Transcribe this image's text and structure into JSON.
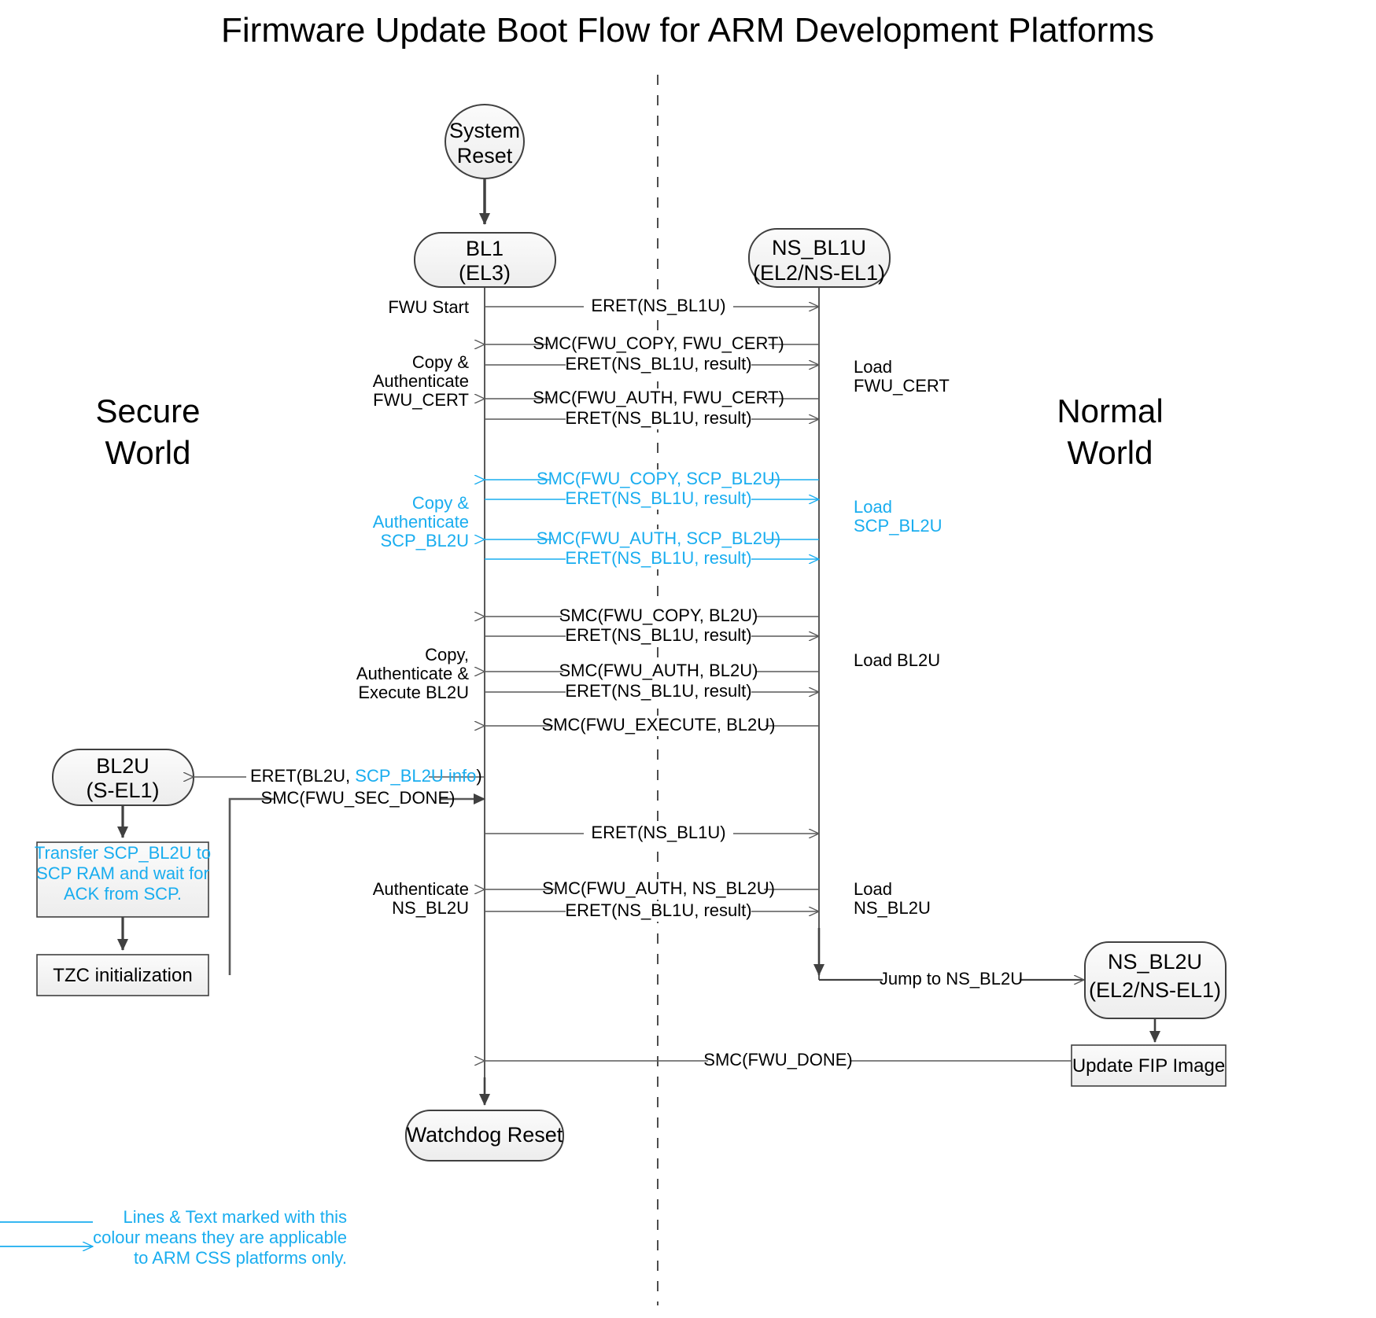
{
  "title": "Firmware Update Boot Flow for ARM Development Platforms",
  "colors": {
    "css_highlight": "#19ADEF",
    "line": "#595959",
    "node_fill": "#F2F2F2",
    "text": "#000000"
  },
  "worlds": {
    "left_line1": "Secure",
    "left_line2": "World",
    "right_line1": "Normal",
    "right_line2": "World"
  },
  "nodes": {
    "system_reset": {
      "line1": "System",
      "line2": "Reset"
    },
    "bl1": {
      "line1": "BL1",
      "line2": "(EL3)"
    },
    "ns_bl1u": {
      "line1": "NS_BL1U",
      "line2": "(EL2/NS-EL1)"
    },
    "bl2u": {
      "line1": "BL2U",
      "line2": "(S-EL1)"
    },
    "ns_bl2u": {
      "line1": "NS_BL2U",
      "line2": "(EL2/NS-EL1)"
    },
    "watchdog_reset": {
      "line1": "Watchdog Reset"
    },
    "transfer_box": {
      "line1": "Transfer SCP_BL2U to",
      "line2": "SCP RAM and wait for",
      "line3": "ACK from SCP."
    },
    "tzc_box": {
      "line1": "TZC initialization"
    },
    "update_fip_box": {
      "line1": "Update FIP Image"
    }
  },
  "messages": [
    {
      "id": "m1",
      "label": "ERET(NS_BL1U)",
      "dir": "right",
      "css": false
    },
    {
      "id": "m2",
      "label": "SMC(FWU_COPY, FWU_CERT)",
      "dir": "left",
      "css": false
    },
    {
      "id": "m3",
      "label": "ERET(NS_BL1U, result)",
      "dir": "right",
      "css": false
    },
    {
      "id": "m4",
      "label": "SMC(FWU_AUTH, FWU_CERT)",
      "dir": "left",
      "css": false
    },
    {
      "id": "m5",
      "label": "ERET(NS_BL1U, result)",
      "dir": "right",
      "css": false
    },
    {
      "id": "m6",
      "label": "SMC(FWU_COPY, SCP_BL2U)",
      "dir": "left",
      "css": true
    },
    {
      "id": "m7",
      "label": "ERET(NS_BL1U, result)",
      "dir": "right",
      "css": true
    },
    {
      "id": "m8",
      "label": "SMC(FWU_AUTH, SCP_BL2U)",
      "dir": "left",
      "css": true
    },
    {
      "id": "m9",
      "label": "ERET(NS_BL1U, result)",
      "dir": "right",
      "css": true
    },
    {
      "id": "m10",
      "label": "SMC(FWU_COPY, BL2U)",
      "dir": "left",
      "css": false
    },
    {
      "id": "m11",
      "label": "ERET(NS_BL1U, result)",
      "dir": "right",
      "css": false
    },
    {
      "id": "m12",
      "label": "SMC(FWU_AUTH, BL2U)",
      "dir": "left",
      "css": false
    },
    {
      "id": "m13",
      "label": "ERET(NS_BL1U, result)",
      "dir": "right",
      "css": false
    },
    {
      "id": "m14",
      "label": "SMC(FWU_EXECUTE, BL2U)",
      "dir": "left",
      "css": false
    },
    {
      "id": "m15",
      "label": "ERET(NS_BL1U)",
      "dir": "right",
      "css": false
    },
    {
      "id": "m16",
      "label": "SMC(FWU_AUTH, NS_BL2U)",
      "dir": "left",
      "css": false
    },
    {
      "id": "m17",
      "label": "ERET(NS_BL1U, result)",
      "dir": "right",
      "css": false
    },
    {
      "id": "m18",
      "label": "SMC(FWU_DONE)",
      "dir": "left",
      "css": false
    }
  ],
  "bl2u_messages": {
    "eret_bl2u_prefix": "ERET(BL2U, ",
    "eret_bl2u_css": "SCP_BL2U info",
    "eret_bl2u_suffix": ")",
    "smc_fwu_sec_done": "SMC(FWU_SEC_DONE)",
    "jump_to_ns_bl2u": "Jump to NS_BL2U"
  },
  "side_labels_left": [
    {
      "id": "s1",
      "lines": [
        "FWU Start"
      ],
      "css": false
    },
    {
      "id": "s2",
      "lines": [
        "Copy &",
        "Authenticate",
        "FWU_CERT"
      ],
      "css": false
    },
    {
      "id": "s3",
      "lines": [
        "Copy &",
        "Authenticate",
        "SCP_BL2U"
      ],
      "css": true
    },
    {
      "id": "s4",
      "lines": [
        "Copy,",
        "Authenticate &",
        "Execute BL2U"
      ],
      "css": false
    },
    {
      "id": "s5",
      "lines": [
        "Authenticate",
        "NS_BL2U"
      ],
      "css": false
    }
  ],
  "side_labels_right": [
    {
      "id": "r1",
      "lines": [
        "Load",
        "FWU_CERT"
      ],
      "css": false
    },
    {
      "id": "r2",
      "lines": [
        "Load",
        "SCP_BL2U"
      ],
      "css": true
    },
    {
      "id": "r3",
      "lines": [
        "Load BL2U"
      ],
      "css": false
    },
    {
      "id": "r4",
      "lines": [
        "Load",
        "NS_BL2U"
      ],
      "css": false
    }
  ],
  "legend": {
    "line1": "Lines & Text marked with this",
    "line2": "colour means they are applicable",
    "line3": "to ARM CSS platforms only."
  }
}
